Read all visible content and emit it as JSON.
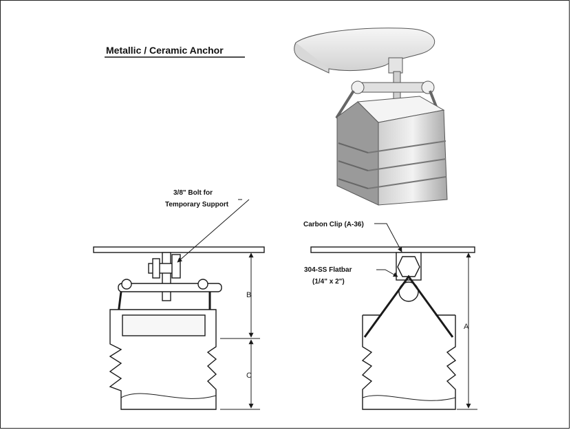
{
  "title": "Metallic / Ceramic Anchor",
  "callouts": {
    "bolt_line1": "3/8\" Bolt for",
    "bolt_line2": "Temporary Support",
    "carbon_clip": "Carbon Clip (A-36)",
    "flatbar_line1": "304-SS Flatbar",
    "flatbar_line2": "(1/4\" x 2\")"
  },
  "dimensions": {
    "a": "A",
    "b": "B",
    "c": "C"
  },
  "colors": {
    "line": "#1a1a1a",
    "fill": "#ffffff",
    "shade_light": "#e6e6e6",
    "shade_mid": "#bdbdbd",
    "shade_dark": "#8c8c8c"
  }
}
